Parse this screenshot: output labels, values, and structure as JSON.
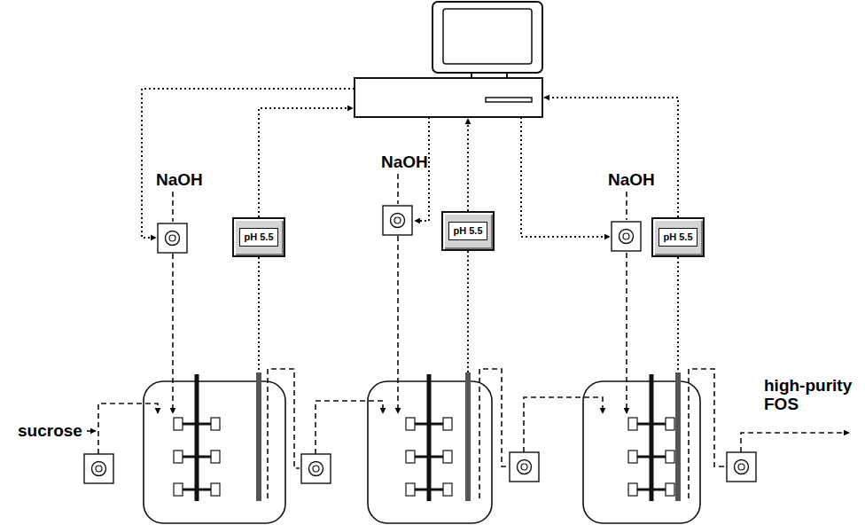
{
  "diagram": {
    "nodes": [
      {
        "text": [
          "pH 5.5"
        ]
      },
      {
        "text": [
          "pH 5.5"
        ]
      },
      {
        "text": [
          "pH 5.5"
        ]
      }
    ],
    "labels": [
      "NaOH",
      "NaOH",
      "NaOH",
      "sucrose",
      "high-purity FOS"
    ]
  }
}
